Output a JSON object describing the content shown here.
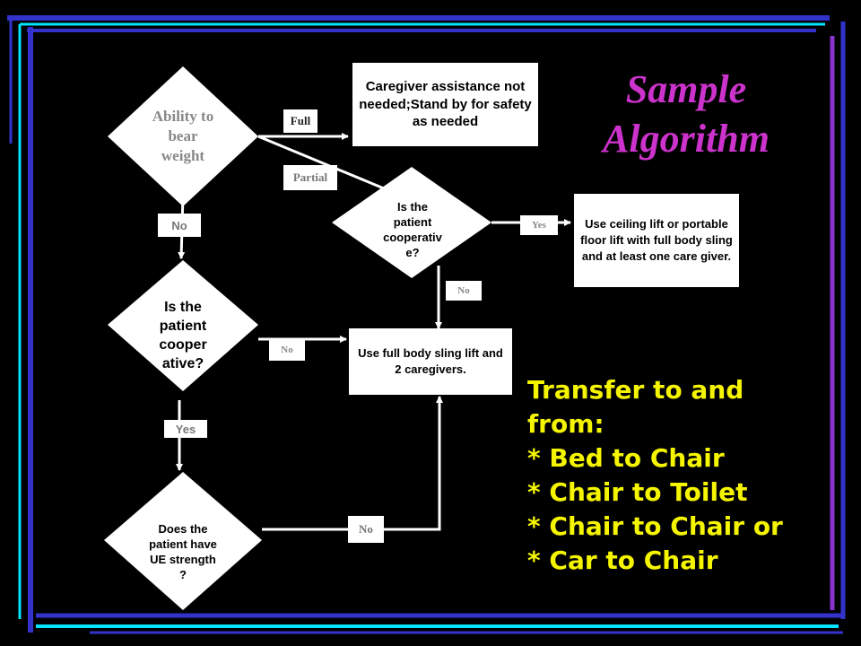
{
  "colors": {
    "background": "#000000",
    "title": "#cc33cc",
    "transfer_text": "#f5f500",
    "frame_blue": "#3333cc",
    "frame_cyan": "#00e5ff"
  },
  "title": [
    "Sample",
    "Algorithm"
  ],
  "decisions": {
    "bear_weight": "Ability to bear weight",
    "coop_top": "Is the patient cooperativ e?",
    "coop_left": "Is the patient cooper ative?",
    "ue_strength": "Does the patient have UE strength ?"
  },
  "actions": {
    "no_assist": "Caregiver assistance not needed;Stand by for safety as needed",
    "ceiling_lift": "Use ceiling lift or portable floor lift with full body sling and at least one care giver.",
    "full_sling": "Use full body sling lift and 2 caregivers."
  },
  "edge_labels": {
    "full": "Full",
    "partial": "Partial",
    "no_weight": "No",
    "yes_top": "Yes",
    "no_top": "No",
    "no_left": "No",
    "yes_left": "Yes",
    "no_ue": "No"
  },
  "transfer": {
    "heading": [
      "Transfer to and",
      "from:"
    ],
    "items": [
      "* Bed to Chair",
      "* Chair to Toilet",
      "* Chair to Chair or",
      "* Car to Chair"
    ]
  }
}
